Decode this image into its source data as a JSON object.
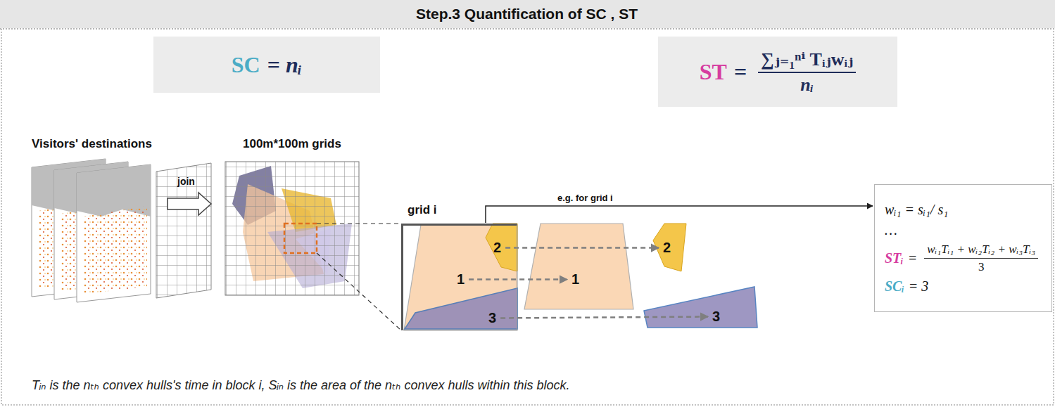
{
  "diagram": {
    "title": "Step.3 Quantification of SC , ST",
    "nodes": [
      {
        "text": [
          "SC",
          "=",
          "nᵢ"
        ]
      },
      {
        "text": [
          "ST",
          "=",
          "∑ⱼ₌₁ⁿⁱ Tᵢⱼwᵢⱼ",
          "nᵢ"
        ]
      },
      {
        "text": [
          "grid i"
        ]
      },
      {
        "text": [
          "2"
        ],
        "in": 2
      },
      {
        "text": [
          "1"
        ],
        "in": 2
      },
      {
        "text": [
          "3"
        ],
        "in": 2
      },
      {
        "text": [
          "2"
        ]
      },
      {
        "text": [
          "1"
        ]
      },
      {
        "text": [
          "3"
        ]
      },
      {
        "text": [
          "wᵢ₁ = sᵢ₁/ s₁",
          "…",
          "STᵢ",
          "=",
          "wᵢ₁Tᵢ₁ + wᵢ₂Tᵢ₂ + wᵢ₃Tᵢ₃",
          "3",
          "SCᵢ",
          "= 3"
        ]
      }
    ],
    "edges": [
      {
        "from": 3,
        "to": 6,
        "arrow": "to"
      },
      {
        "from": 4,
        "to": 7,
        "arrow": "to"
      },
      {
        "from": 5,
        "to": 8,
        "arrow": "to"
      },
      {
        "from": 2,
        "to": 9,
        "label": "e.g. for grid i",
        "arrow": "to"
      }
    ],
    "labels": [
      "Visitors' destinations",
      "100m*100m grids",
      "join",
      "Tᵢₙ is the nₜₕ convex hulls's time in block i, Sᵢₙ is the area of the nₜₕ convex hulls within this block."
    ]
  }
}
